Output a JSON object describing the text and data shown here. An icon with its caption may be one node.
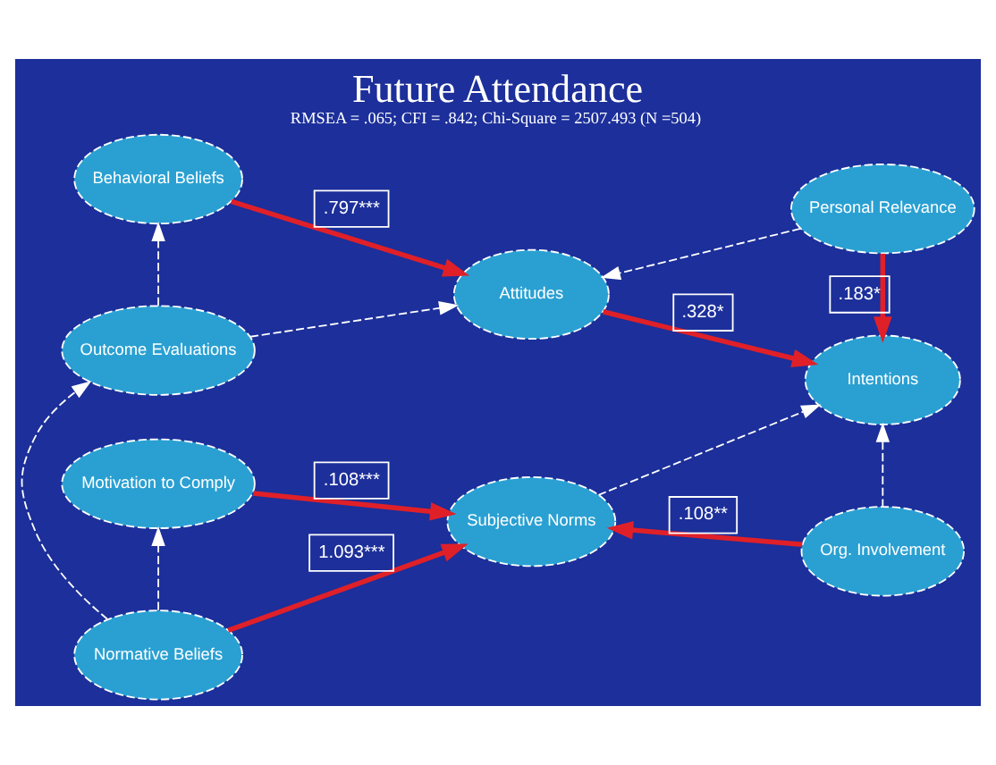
{
  "diagram": {
    "title": "Future Attendance",
    "caption": "RMSEA = .065; CFI = .842; Chi-Square = 2507.493 (N =504)",
    "nodes": [
      {
        "text": [
          "Behavioral Beliefs"
        ]
      },
      {
        "text": [
          "Outcome Evaluations"
        ]
      },
      {
        "text": [
          "Normative Beliefs"
        ]
      },
      {
        "text": [
          "Motivation to Comply"
        ]
      },
      {
        "text": [
          "Attitudes"
        ]
      },
      {
        "text": [
          "Subjective Norms"
        ]
      },
      {
        "text": [
          "Personal Relevance"
        ]
      },
      {
        "text": [
          "Intentions"
        ]
      },
      {
        "text": [
          "Org. Involvement"
        ]
      }
    ],
    "edges": [
      {
        "from": 0,
        "to": 4,
        "arrow": "to",
        "label": ".797***",
        "style": "thick",
        "color": "#e02028"
      },
      {
        "from": 1,
        "to": 4,
        "arrow": "to",
        "style": "dashed"
      },
      {
        "from": 6,
        "to": 4,
        "arrow": "to",
        "style": "dashed"
      },
      {
        "from": 4,
        "to": 7,
        "arrow": "to",
        "label": ".328*",
        "style": "thick",
        "color": "#e02028"
      },
      {
        "from": 6,
        "to": 7,
        "arrow": "to",
        "label": ".183*",
        "style": "thick",
        "color": "#e02028"
      },
      {
        "from": 2,
        "to": 5,
        "arrow": "to",
        "label": "1.093***",
        "style": "thick",
        "color": "#e02028"
      },
      {
        "from": 3,
        "to": 5,
        "arrow": "to",
        "label": ".108***",
        "style": "thick",
        "color": "#e02028"
      },
      {
        "from": 8,
        "to": 5,
        "arrow": "to",
        "label": ".108**",
        "style": "thick",
        "color": "#e02028"
      },
      {
        "from": 5,
        "to": 7,
        "arrow": "to",
        "style": "dashed"
      },
      {
        "from": 8,
        "to": 7,
        "arrow": "to",
        "style": "dashed"
      },
      {
        "from": 1,
        "to": 0,
        "arrow": "to",
        "style": "dashed"
      },
      {
        "from": 2,
        "to": 1,
        "arrow": "to",
        "style": "dashed"
      },
      {
        "from": 2,
        "to": 3,
        "arrow": "to",
        "style": "dashed"
      }
    ]
  }
}
